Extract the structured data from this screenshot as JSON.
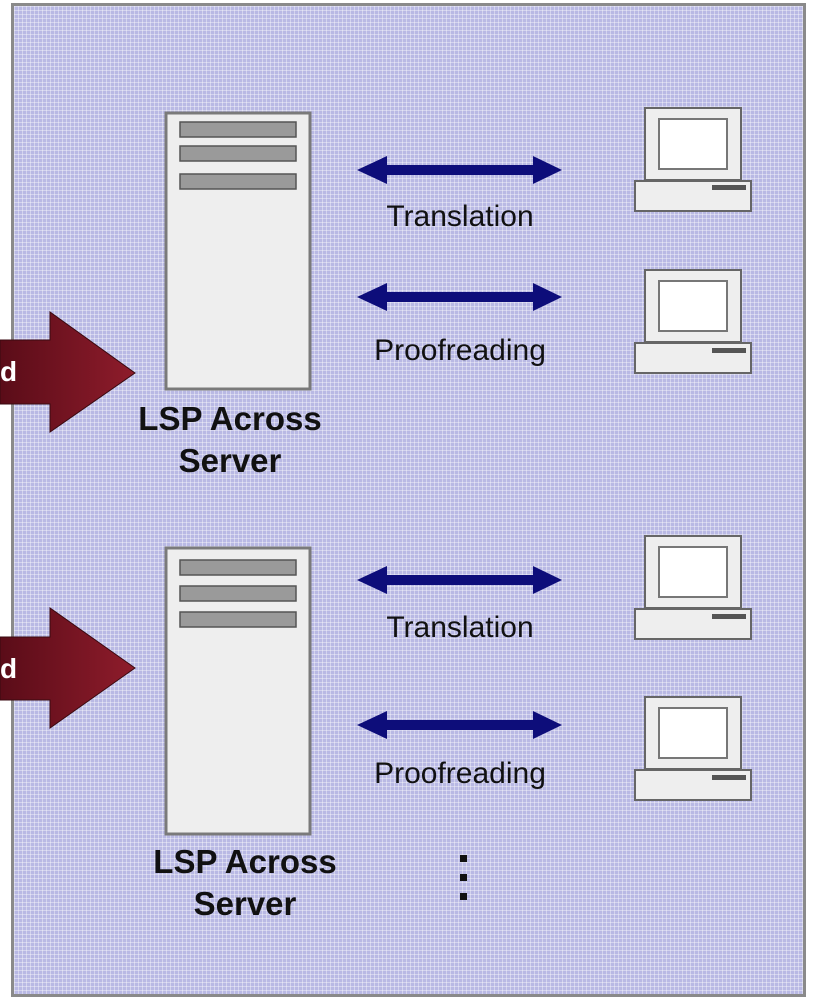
{
  "colors": {
    "panel_background": "#b9b9e4",
    "arrow_fill": "#7d1525",
    "connector": "#0d0d7a",
    "server_body": "#eeeeee"
  },
  "groups": [
    {
      "server_caption_line1": "LSP Across",
      "server_caption_line2": "Server",
      "incoming_arrow_text": "d",
      "connections": [
        {
          "label": "Translation",
          "icon": "workstation-icon"
        },
        {
          "label": "Proofreading",
          "icon": "workstation-icon"
        }
      ]
    },
    {
      "server_caption_line1": "LSP Across",
      "server_caption_line2": "Server",
      "incoming_arrow_text": "d",
      "connections": [
        {
          "label": "Translation",
          "icon": "workstation-icon"
        },
        {
          "label": "Proofreading",
          "icon": "workstation-icon"
        }
      ]
    }
  ],
  "continuation_marker": "⋮"
}
